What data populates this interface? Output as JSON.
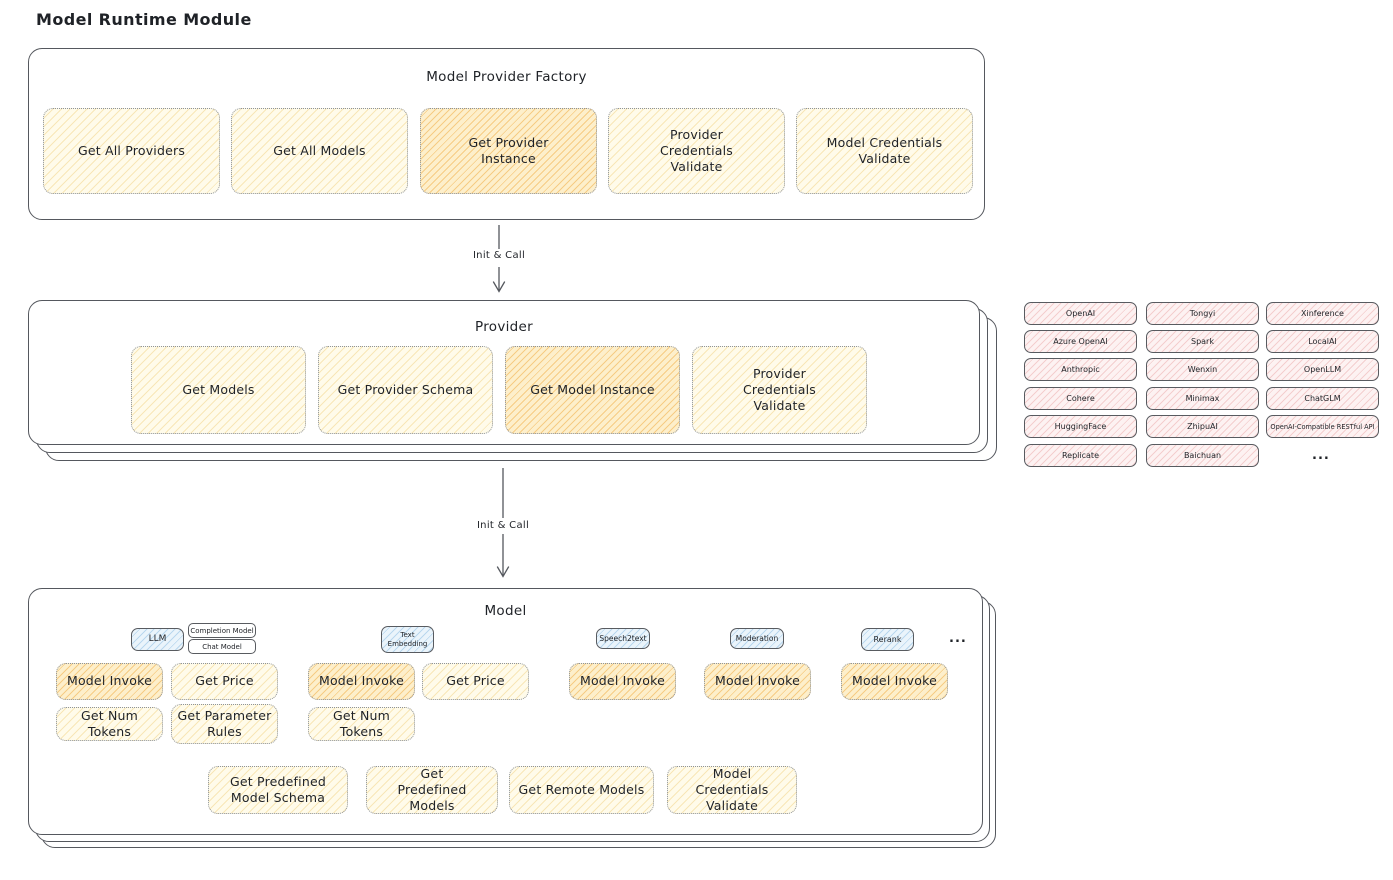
{
  "title": "Model Runtime Module",
  "factory": {
    "title": "Model Provider Factory",
    "boxes": [
      "Get All Providers",
      "Get All Models",
      "Get Provider Instance",
      "Provider Credentials Validate",
      "Model Credentials Validate"
    ]
  },
  "arrow1": {
    "label": "Init & Call"
  },
  "arrow2": {
    "label": "Init & Call"
  },
  "provider": {
    "title": "Provider",
    "boxes": [
      "Get Models",
      "Get Provider Schema",
      "Get Model Instance",
      "Provider Credentials Validate"
    ]
  },
  "provider_list": {
    "items": [
      "OpenAI",
      "Tongyi",
      "Xinference",
      "Azure OpenAI",
      "Spark",
      "LocalAI",
      "Anthropic",
      "Wenxin",
      "OpenLLM",
      "Cohere",
      "Minimax",
      "ChatGLM",
      "HuggingFace",
      "ZhipuAI",
      "OpenAI-Compatible RESTful API",
      "Replicate",
      "Baichuan"
    ],
    "more": "..."
  },
  "model": {
    "title": "Model",
    "tags": [
      "LLM",
      "Completion Model",
      "Chat Model",
      "Text Embedding",
      "Speech2text",
      "Moderation",
      "Rerank"
    ],
    "more": "...",
    "ops_row1": [
      "Model Invoke",
      "Get Price",
      "Model Invoke",
      "Get Price",
      "Model Invoke",
      "Model Invoke",
      "Model Invoke"
    ],
    "ops_row2": [
      "Get Num Tokens",
      "Get Parameter Rules",
      "Get Num Tokens"
    ],
    "ops_row3": [
      "Get Predefined Model Schema",
      "Get Predefined Models",
      "Get Remote Models",
      "Model Credentials Validate"
    ]
  },
  "colors": {
    "stroke": "#55585e",
    "yellow_fill": "#fffbea",
    "orange_fill": "#fdefcb",
    "pink_fill": "#fdf2f2",
    "blue_fill": "#eaf4fb"
  }
}
